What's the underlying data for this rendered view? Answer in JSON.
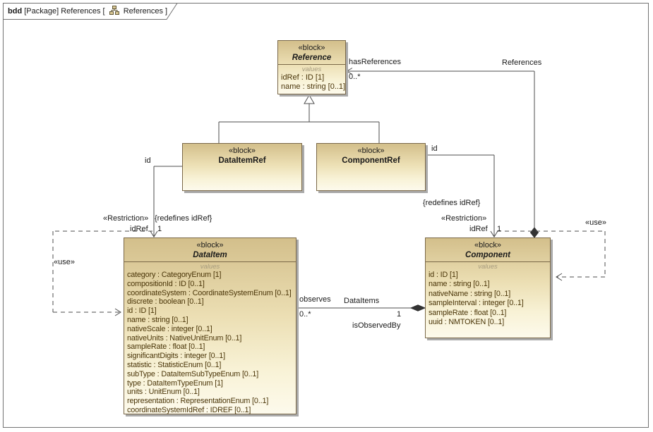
{
  "frame": {
    "tab": {
      "kind": "bdd",
      "context": "[Package] References [",
      "name": "References ]"
    }
  },
  "blocks": {
    "reference": {
      "stereotype": "«block»",
      "name": "Reference",
      "values_label": "values",
      "attributes": [
        "idRef : ID [1]",
        "name : string [0..1]"
      ]
    },
    "dataItemRef": {
      "stereotype": "«block»",
      "name": "DataItemRef"
    },
    "componentRef": {
      "stereotype": "«block»",
      "name": "ComponentRef"
    },
    "dataItem": {
      "stereotype": "«block»",
      "name": "DataItem",
      "values_label": "values",
      "attributes": [
        "category : CategoryEnum [1]",
        "compositionId : ID [0..1]",
        "coordinateSystem : CoordinateSystemEnum [0..1]",
        "discrete : boolean [0..1]",
        "id : ID [1]",
        "name : string [0..1]",
        "nativeScale : integer [0..1]",
        "nativeUnits : NativeUnitEnum [0..1]",
        "sampleRate : float [0..1]",
        "significantDigits : integer [0..1]",
        "statistic : StatisticEnum [0..1]",
        "subType : DataItemSubTypeEnum [0..1]",
        "type : DataItemTypeEnum [1]",
        "units : UnitEnum [0..1]",
        "representation : RepresentationEnum [0..1]",
        "coordinateSystemIdRef : IDREF [0..1]"
      ]
    },
    "component": {
      "stereotype": "«block»",
      "name": "Component",
      "values_label": "values",
      "attributes": [
        "id : ID [1]",
        "name : string [0..1]",
        "nativeName : string [0..1]",
        "sampleInterval : integer [0..1]",
        "sampleRate : float [0..1]",
        "uuid : NMTOKEN [0..1]"
      ]
    }
  },
  "connectors": {
    "dataitemref_id": {
      "label": "id"
    },
    "componentref_id": {
      "label": "id"
    },
    "references": {
      "end_role": "hasReferences",
      "end_mult": "0..*",
      "name": "References"
    },
    "dataitem_idref": {
      "stereotype": "«Restriction»",
      "constraint": "{redefines idRef}",
      "role": "idRef",
      "mult": "1"
    },
    "component_idref": {
      "constraint": "{redefines idRef}",
      "stereotype": "«Restriction»",
      "role": "idRef",
      "mult": "1"
    },
    "observes": {
      "role_a": "observes",
      "mult_a": "0..*",
      "name": "DataItems",
      "mult_b": "1",
      "role_b": "isObservedBy"
    },
    "use_left": {
      "stereotype": "«use»"
    },
    "use_right": {
      "stereotype": "«use»"
    }
  },
  "colors": {
    "block_fill_top": "#d3bf8b",
    "block_fill_bottom": "#fdfaec",
    "block_border": "#7a6848",
    "attribute_text": "#4a3508",
    "connector": "#4d4d4d",
    "frame_border": "#737373"
  }
}
